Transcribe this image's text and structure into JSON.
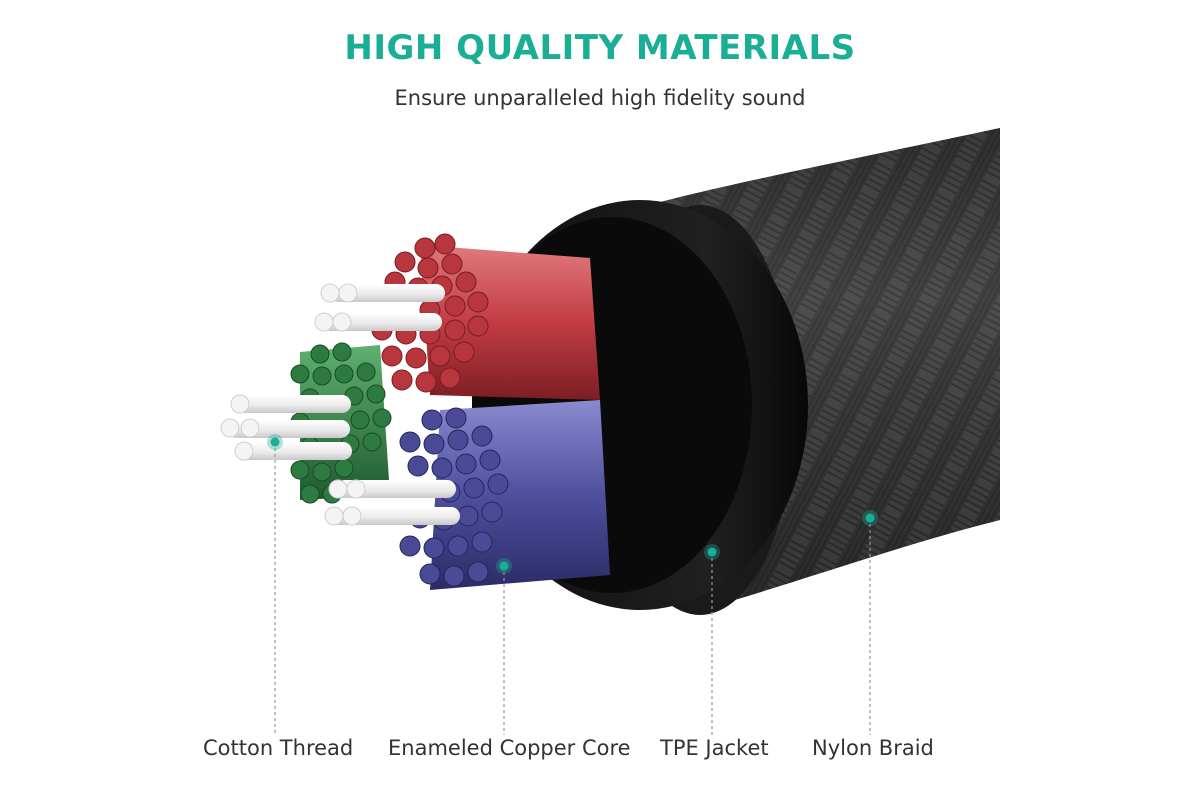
{
  "title": "HIGH QUALITY MATERIALS",
  "subtitle": "Ensure unparalleled high fidelity sound",
  "colors": {
    "accent": "#1aae94",
    "red_wire": "#c8444a",
    "blue_wire": "#4f4f9e",
    "green_wire": "#2f7a43",
    "cotton": "#f2f2f2",
    "jacket": "#111111",
    "braid": "#3a3a3a"
  },
  "labels": {
    "cotton_thread": "Cotton Thread",
    "copper_core": "Enameled Copper Core",
    "tpe_jacket": "TPE Jacket",
    "nylon_braid": "Nylon Braid"
  }
}
